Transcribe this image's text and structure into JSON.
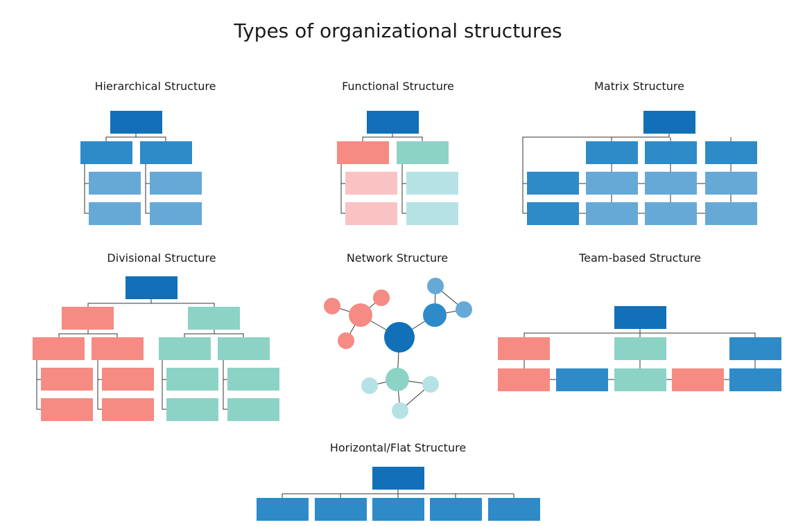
{
  "title": "Types of organizational structures",
  "colors": {
    "dark_blue": "#1170b8",
    "mid_blue": "#2f8ac8",
    "light_blue": "#66a9d6",
    "coral": "#f58b83",
    "light_coral": "#f9c3c4",
    "teal": "#8cd3c6",
    "light_teal": "#b7e2e5"
  },
  "panels": [
    {
      "id": "hierarchical",
      "label": "Hierarchical Structure"
    },
    {
      "id": "functional",
      "label": "Functional Structure"
    },
    {
      "id": "matrix",
      "label": "Matrix Structure"
    },
    {
      "id": "divisional",
      "label": "Divisional Structure"
    },
    {
      "id": "network",
      "label": "Network Structure"
    },
    {
      "id": "team_based",
      "label": "Team-based Structure"
    },
    {
      "id": "horizontal_flat",
      "label": "Horizontal/Flat Structure"
    }
  ]
}
